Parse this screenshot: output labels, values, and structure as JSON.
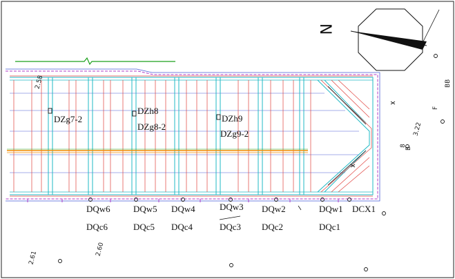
{
  "drawing": {
    "north_label": "N",
    "elevations": {
      "top_left": "2.58",
      "bottom_left_a": "2.61",
      "bottom_left_b": "2.60",
      "right_point": "3.22"
    },
    "right_marks": {
      "mark_a": "BB",
      "mark_b": "F",
      "mark_c": "8",
      "mark_d": "B"
    },
    "inside_labels": [
      {
        "key": "dzg7",
        "text": "DZg7-2"
      },
      {
        "key": "dzh8",
        "text": "DZh8"
      },
      {
        "key": "dzg8",
        "text": "DZg8-2"
      },
      {
        "key": "dzh9",
        "text": "DZh9"
      },
      {
        "key": "dzg9",
        "text": "DZg9-2"
      }
    ],
    "bottom_labels_row1": [
      "DQw6",
      "DQw5",
      "DQw4",
      "DQw3",
      "DQw2",
      "DQw1",
      "DCX1"
    ],
    "bottom_labels_row2": [
      "DQc6",
      "DQc5",
      "DQc4",
      "DQc3",
      "DQc2",
      "DQc1"
    ],
    "colors": {
      "red": "#e0403c",
      "cyan": "#1fb8c4",
      "blue": "#4a5bd6",
      "magenta": "#b03cc8",
      "green": "#1ba01b",
      "orange": "#f08c00",
      "black": "#111111"
    }
  }
}
